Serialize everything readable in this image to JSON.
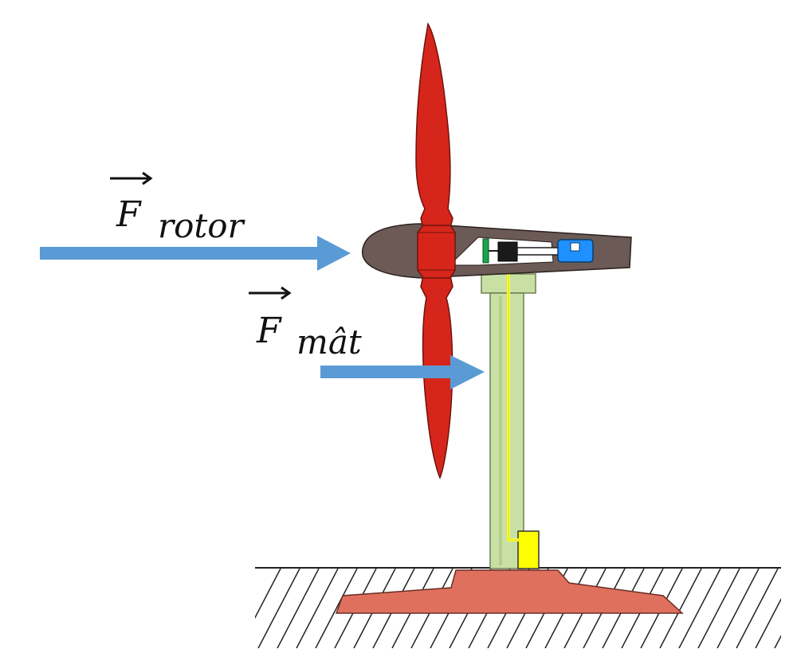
{
  "labels": {
    "f_rotor": {
      "symbol": "F",
      "subscript": "rotor"
    },
    "f_mat": {
      "symbol": "F",
      "subscript": "mât"
    }
  },
  "colors": {
    "blade": "#d6261b",
    "nacelle": "#6b5a55",
    "mast": "#c9e0a5",
    "mast_stroke": "#6d7f52",
    "cable": "#ffff33",
    "foundation": "#e0705e",
    "force_arrow": "#5b9bd5",
    "generator": "#1e90ff",
    "gear_ring": "#1aa64b",
    "shaft_block": "#1a1a1a",
    "ground_hatch": "#222222"
  },
  "icons": {
    "vector_arrow": "vector-arrow-icon"
  }
}
